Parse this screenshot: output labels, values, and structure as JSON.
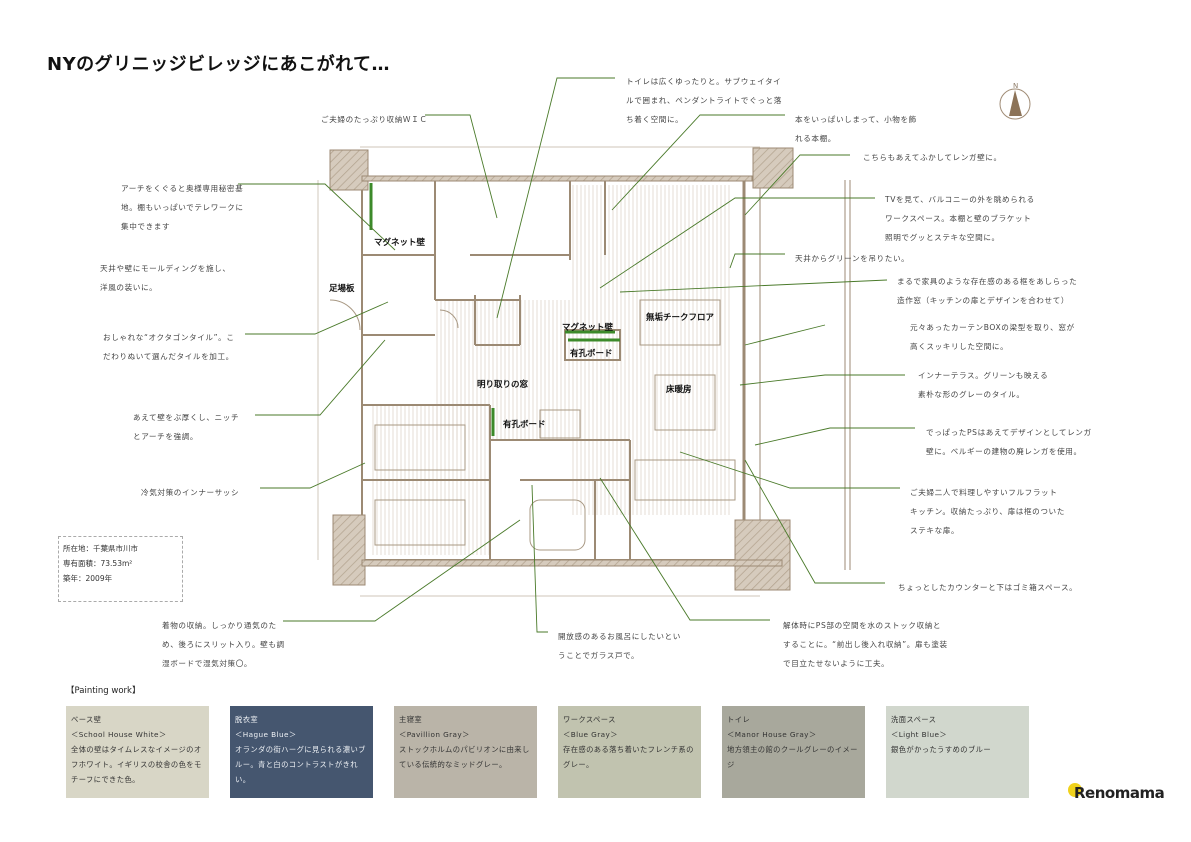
{
  "title": "NYのグリニッジビレッジにあこがれて…",
  "rooms": {
    "magnet_wall_1": "マグネット壁",
    "scaffold_board": "足場板",
    "magnet_wall_2": "マグネット壁",
    "pegboard_1": "有孔ボード",
    "skylight_window": "明り取りの窓",
    "pegboard_2": "有孔ボード",
    "teak_floor": "無垢チークフロア",
    "floor_heating": "床暖房"
  },
  "compass_label": "N",
  "notes": [
    "トイレは広くゆったりと。サブウェイタイ\nルで囲まれ、ペンダントライトでぐっと落\nち着く空間に。",
    "ご夫婦のたっぷり収納ＷＩＣ",
    "本をいっぱいしまって、小物を飾\nれる本棚。",
    "こちらもあえてふかしてレンガ壁に。",
    "TVを見て、バルコニーの外を眺められる\nワークスペース。本棚と壁のブラケット\n照明でグッとステキな空間に。",
    "天井からグリーンを吊りたい。",
    "まるで家具のような存在感のある框をあしらった\n造作窓（キッチンの扉とデザインを合わせて）",
    "元々あったカーテンBOXの梁型を取り、窓が\n高くスッキリした空間に。",
    "インナーテラス。グリーンも映える\n素朴な形のグレーのタイル。",
    "でっぱったPSはあえてデザインとしてレンガ\n壁に。ベルギーの建物の廃レンガを使用。",
    "ご夫婦二人で料理しやすいフルフラット\nキッチン。収納たっぷり、扉は框のついた\nステキな扉。",
    "ちょっとしたカウンターと下はゴミ箱スペース。",
    "解体時にPS部の空間を水のストック収納と\nすることに。“前出し後入れ収納”。扉も塗装\nで目立たせないように工夫。",
    "開放感のあるお風呂にしたいとい\nうことでガラス戸で。",
    "着物の収納。しっかり通気のた\nめ、後ろにスリット入り。壁も調\n湿ボードで湿気対策〇。",
    "アーチをくぐると奥様専用秘密基\n地。棚もいっぱいでテレワークに\n集中できます",
    "天井や壁にモールディングを施し、\n洋風の装いに。",
    "おしゃれな“オクタゴンタイル”。こ\nだわりぬいて選んだタイルを加工。",
    "あえて壁をぶ厚くし、ニッチ\nとアーチを強調。",
    "冷気対策のインナーサッシ"
  ],
  "info": {
    "location": "所在地：千葉県市川市",
    "area": "専有面積：73.53m²",
    "built": "築年：2009年"
  },
  "painting_work": {
    "title": "【Painting work】",
    "swatches": [
      {
        "room": "ベース壁",
        "color_name": "＜School House White＞",
        "desc": "全体の壁はタイムレスなイメージのオフホワイト。イギリスの校舎の色をモチーフにできた色。",
        "hex": "#d8d6c6"
      },
      {
        "room": "脱衣室",
        "color_name": "＜Hague Blue＞",
        "desc": "オランダの街ハーグに見られる濃いブルー。青と白のコントラストがきれい。",
        "hex": "#45566f"
      },
      {
        "room": "主寝室",
        "color_name": "＜Pavillion Gray＞",
        "desc": "ストックホルムのパビリオンに由来している伝統的なミッドグレー。",
        "hex": "#bab4a8"
      },
      {
        "room": "ワークスペース",
        "color_name": "＜Blue Gray＞",
        "desc": "存在感のある落ち着いたフレンチ系のグレー。",
        "hex": "#c1c3af"
      },
      {
        "room": "トイレ",
        "color_name": "＜Manor House Gray＞",
        "desc": "地方領主の館のクールグレーのイメージ",
        "hex": "#a8a89c"
      },
      {
        "room": "洗面スペース",
        "color_name": "＜Light Blue＞",
        "desc": "銀色がかったうすめのブルー",
        "hex": "#d1d7cd"
      }
    ]
  },
  "logo": {
    "text": "Renomama"
  },
  "colors": {
    "wall": "#b9ab98",
    "line": "#9c8a74",
    "leader": "#4a7a2a",
    "accent_green": "#3c8a2a"
  }
}
